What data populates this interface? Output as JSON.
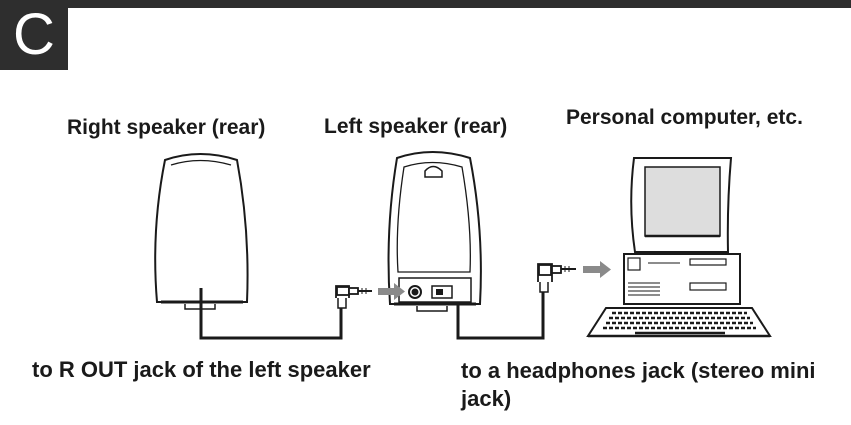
{
  "section": {
    "letter": "C"
  },
  "labels": {
    "right_speaker": "Right speaker (rear)",
    "left_speaker": "Left speaker (rear)",
    "computer": "Personal computer, etc.",
    "r_out_note": "to R OUT jack of the left speaker",
    "headphones_note": "to a headphones jack (stereo mini jack)"
  },
  "colors": {
    "ink": "#1a1a1a",
    "bar": "#2e2e2e",
    "arrow": "#8a8a8a",
    "screen": "#dddddd"
  },
  "icons": [
    "right-speaker-icon",
    "left-speaker-icon",
    "computer-icon",
    "plug-icon",
    "arrow-icon",
    "cable-icon"
  ]
}
